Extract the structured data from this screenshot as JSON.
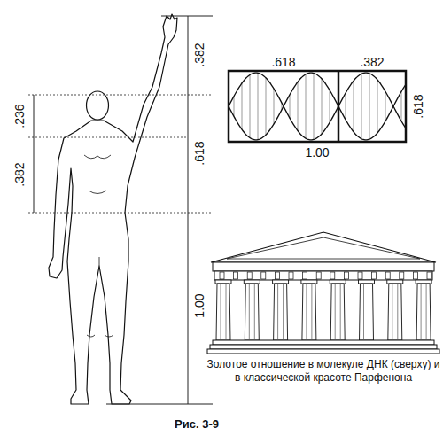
{
  "diagram": {
    "caption": "Золотое отношение в молекуле ДНК (сверху) и в классической красоте Парфенона",
    "labels": [
      ".382",
      ".236",
      ".382",
      ".618",
      "1.00",
      ".618",
      ".382",
      ".618",
      "1.00",
      "Рис. 3-9"
    ]
  }
}
